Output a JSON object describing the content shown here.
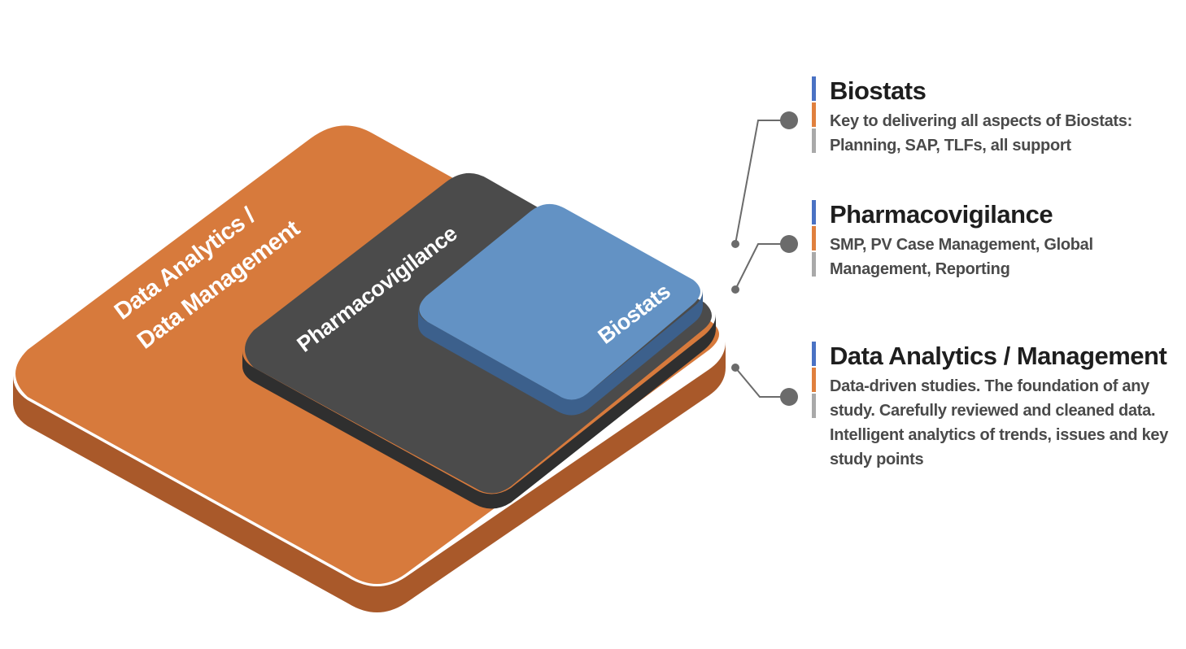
{
  "colors": {
    "orange": "#D77A3C",
    "orange_side": "#B9622A",
    "dark": "#4A4A4A",
    "dark_side": "#343434",
    "blue": "#6493C4",
    "blue_side": "#3F6490",
    "bar_blue": "#4A72C4",
    "bar_orange": "#E0803E",
    "bar_gray": "#A9A9A9",
    "connector": "#6B6B6B"
  },
  "layers": {
    "data_analytics": {
      "label_line1": "Data Analytics /",
      "label_line2": "Data Management"
    },
    "pharmacovigilance": {
      "label": "Pharmacovigilance"
    },
    "biostats": {
      "label": "Biostats"
    }
  },
  "callouts": [
    {
      "title": "Biostats",
      "description": "Key to delivering all aspects of Biostats: Planning, SAP, TLFs, all support"
    },
    {
      "title": "Pharmacovigilance",
      "description": "SMP, PV Case Management, Global Management, Reporting"
    },
    {
      "title": "Data Analytics / Management",
      "description": "Data-driven studies. The foundation of any study. Carefully reviewed and cleaned data. Intelligent analytics of trends, issues and key study points"
    }
  ]
}
